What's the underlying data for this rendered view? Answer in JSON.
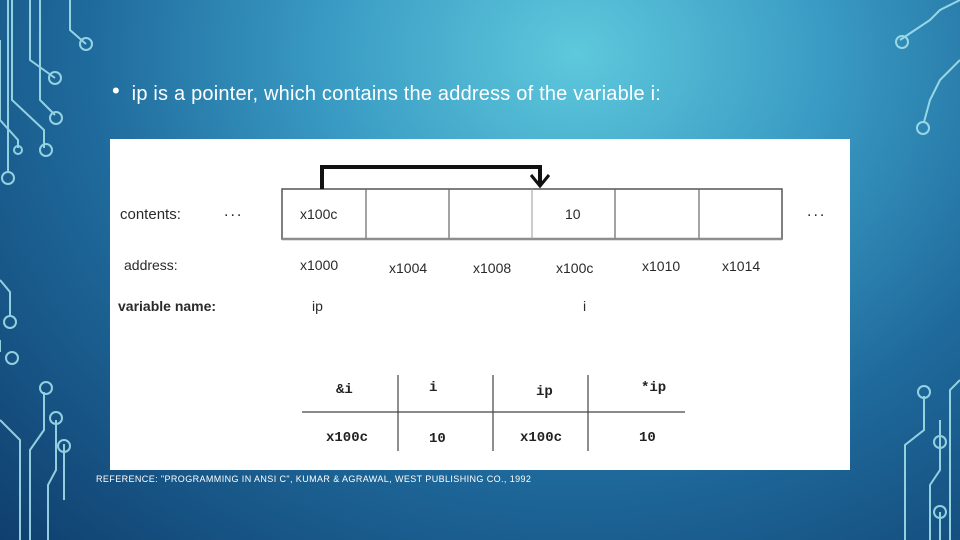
{
  "slide": {
    "bullet": "ip is a pointer, which contains the address of the variable i:",
    "reference": "REFERENCE: \"PROGRAMMING IN ANSI C\", KUMAR & AGRAWAL, WEST PUBLISHING CO., 1992"
  },
  "memory": {
    "labels": {
      "contents": "contents:",
      "address": "address:",
      "variable": "variable name:"
    },
    "ellipsis": "...",
    "contents": [
      "x100c",
      "",
      "",
      "10",
      "",
      ""
    ],
    "addresses": [
      "x1000",
      "x1004",
      "x1008",
      "x100c",
      "x1010",
      "x1014"
    ],
    "variables": [
      "ip",
      "i"
    ]
  },
  "expr_table": {
    "headers": [
      "&i",
      "i",
      "ip",
      "*ip"
    ],
    "values": [
      "x100c",
      "10",
      "x100c",
      "10"
    ]
  }
}
